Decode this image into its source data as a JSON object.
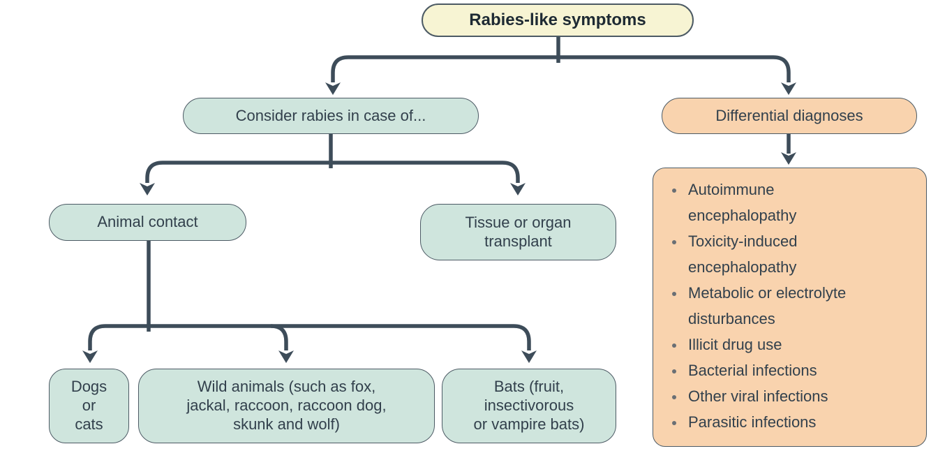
{
  "figure": {
    "type": "flowchart",
    "topic": "Rabies diagnostic decision tree"
  },
  "nodes": {
    "root": {
      "label": "Rabies-like symptoms"
    },
    "consider": {
      "label": "Consider rabies in case of..."
    },
    "differential": {
      "label": "Differential diagnoses"
    },
    "animal_contact": {
      "label": "Animal contact"
    },
    "tissue_transplant": {
      "label": "Tissue or organ\ntransplant"
    },
    "dogs_cats": {
      "label": "Dogs\nor\ncats"
    },
    "wild_animals": {
      "label": "Wild animals (such as fox,\njackal, raccoon, raccoon dog,\nskunk and wolf)"
    },
    "bats": {
      "label": "Bats (fruit,\ninsectivorous\nor vampire bats)"
    }
  },
  "differential_diagnoses": [
    "Autoimmune\nencephalopathy",
    "Toxicity-induced\nencephalopathy",
    "Metabolic or electrolyte\ndisturbances",
    "Illicit drug use",
    "Bacterial infections",
    "Other viral infections",
    "Parasitic infections"
  ],
  "colors": {
    "symptom": "#f7f4d3",
    "consider": "#cfe5dd",
    "differential": "#f9d3ae",
    "connector": "#3d4c59",
    "border": "#4c5a64",
    "text": "#32404c",
    "title-text": "#1e2a33",
    "bullet": "#6a6f74"
  }
}
